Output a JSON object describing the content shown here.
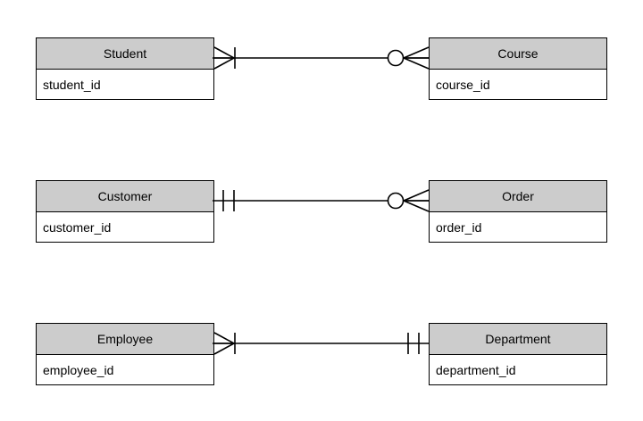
{
  "diagram": {
    "type": "entity-relationship-diagram",
    "notation": "crows-foot",
    "background_color": "#ffffff",
    "entity_header_color": "#cccccc",
    "entity_body_color": "#ffffff",
    "line_color": "#000000",
    "relationships": [
      {
        "id": "student-course",
        "left_entity": {
          "name": "Student",
          "attributes": [
            "student_id"
          ]
        },
        "right_entity": {
          "name": "Course",
          "attributes": [
            "course_id"
          ]
        },
        "left_cardinality": "one-or-many",
        "left_symbol": "crows-foot-with-bar",
        "right_cardinality": "zero-or-many",
        "right_symbol": "circle-with-crows-foot"
      },
      {
        "id": "customer-order",
        "left_entity": {
          "name": "Customer",
          "attributes": [
            "customer_id"
          ]
        },
        "right_entity": {
          "name": "Order",
          "attributes": [
            "order_id"
          ]
        },
        "left_cardinality": "exactly-one",
        "left_symbol": "double-bar",
        "right_cardinality": "zero-or-many",
        "right_symbol": "circle-with-crows-foot"
      },
      {
        "id": "employee-department",
        "left_entity": {
          "name": "Employee",
          "attributes": [
            "employee_id"
          ]
        },
        "right_entity": {
          "name": "Department",
          "attributes": [
            "department_id"
          ]
        },
        "left_cardinality": "one-or-many",
        "left_symbol": "crows-foot-with-bar",
        "right_cardinality": "exactly-one",
        "right_symbol": "double-bar"
      }
    ]
  }
}
